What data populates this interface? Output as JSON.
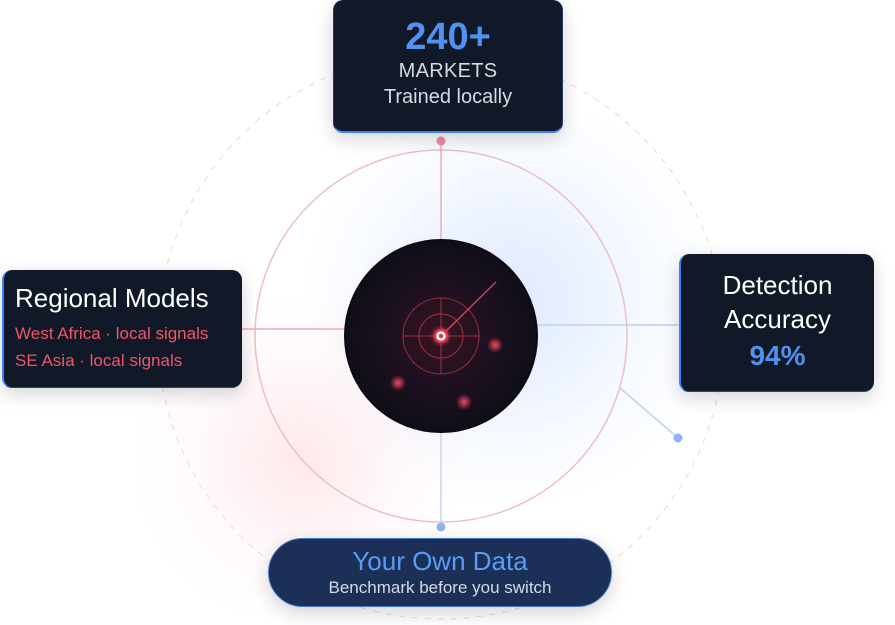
{
  "markets": {
    "value": "240+",
    "label": "MARKETS",
    "subtitle": "Trained locally"
  },
  "regional_models": {
    "title": "Regional Models",
    "items": [
      "West Africa · local signals",
      "SE Asia · local signals"
    ]
  },
  "detection": {
    "title_line1": "Detection",
    "title_line2": "Accuracy",
    "value": "94%"
  },
  "own_data": {
    "title": "Your Own Data",
    "subtitle": "Benchmark before you switch"
  },
  "colors": {
    "card_bg": "#111827",
    "accent_blue": "#4f92f2",
    "accent_red": "#f0566b",
    "pill_bg": "#1b2f57",
    "radar_bg": "#150f1c"
  },
  "icons": {
    "center": "radar-icon"
  }
}
